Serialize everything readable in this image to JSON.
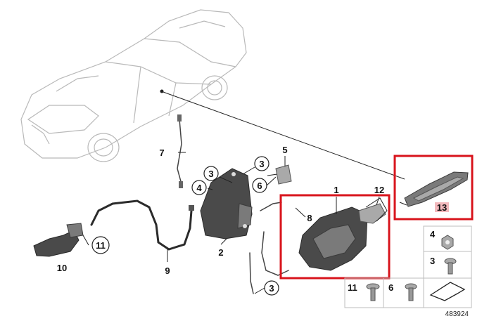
{
  "callouts": [
    {
      "id": "c1",
      "label": "1"
    },
    {
      "id": "c2",
      "label": "2"
    },
    {
      "id": "c3a",
      "label": "3"
    },
    {
      "id": "c3b",
      "label": "3"
    },
    {
      "id": "c3c",
      "label": "3"
    },
    {
      "id": "c4",
      "label": "4"
    },
    {
      "id": "c5",
      "label": "5"
    },
    {
      "id": "c6",
      "label": "6"
    },
    {
      "id": "c7",
      "label": "7"
    },
    {
      "id": "c8",
      "label": "8"
    },
    {
      "id": "c9",
      "label": "9"
    },
    {
      "id": "c10",
      "label": "10"
    },
    {
      "id": "c11",
      "label": "11"
    },
    {
      "id": "c12",
      "label": "12"
    },
    {
      "id": "c13",
      "label": "13"
    }
  ],
  "parts_table": {
    "row1": {
      "label": "4"
    },
    "row2": {
      "label": "3"
    },
    "row3a": {
      "label": "11"
    },
    "row3b": {
      "label": "6"
    }
  },
  "diagram_number": "483924",
  "colors": {
    "highlight": "#d8141c",
    "part": "#4a4a4a",
    "car_outline": "#b9b9b9"
  }
}
